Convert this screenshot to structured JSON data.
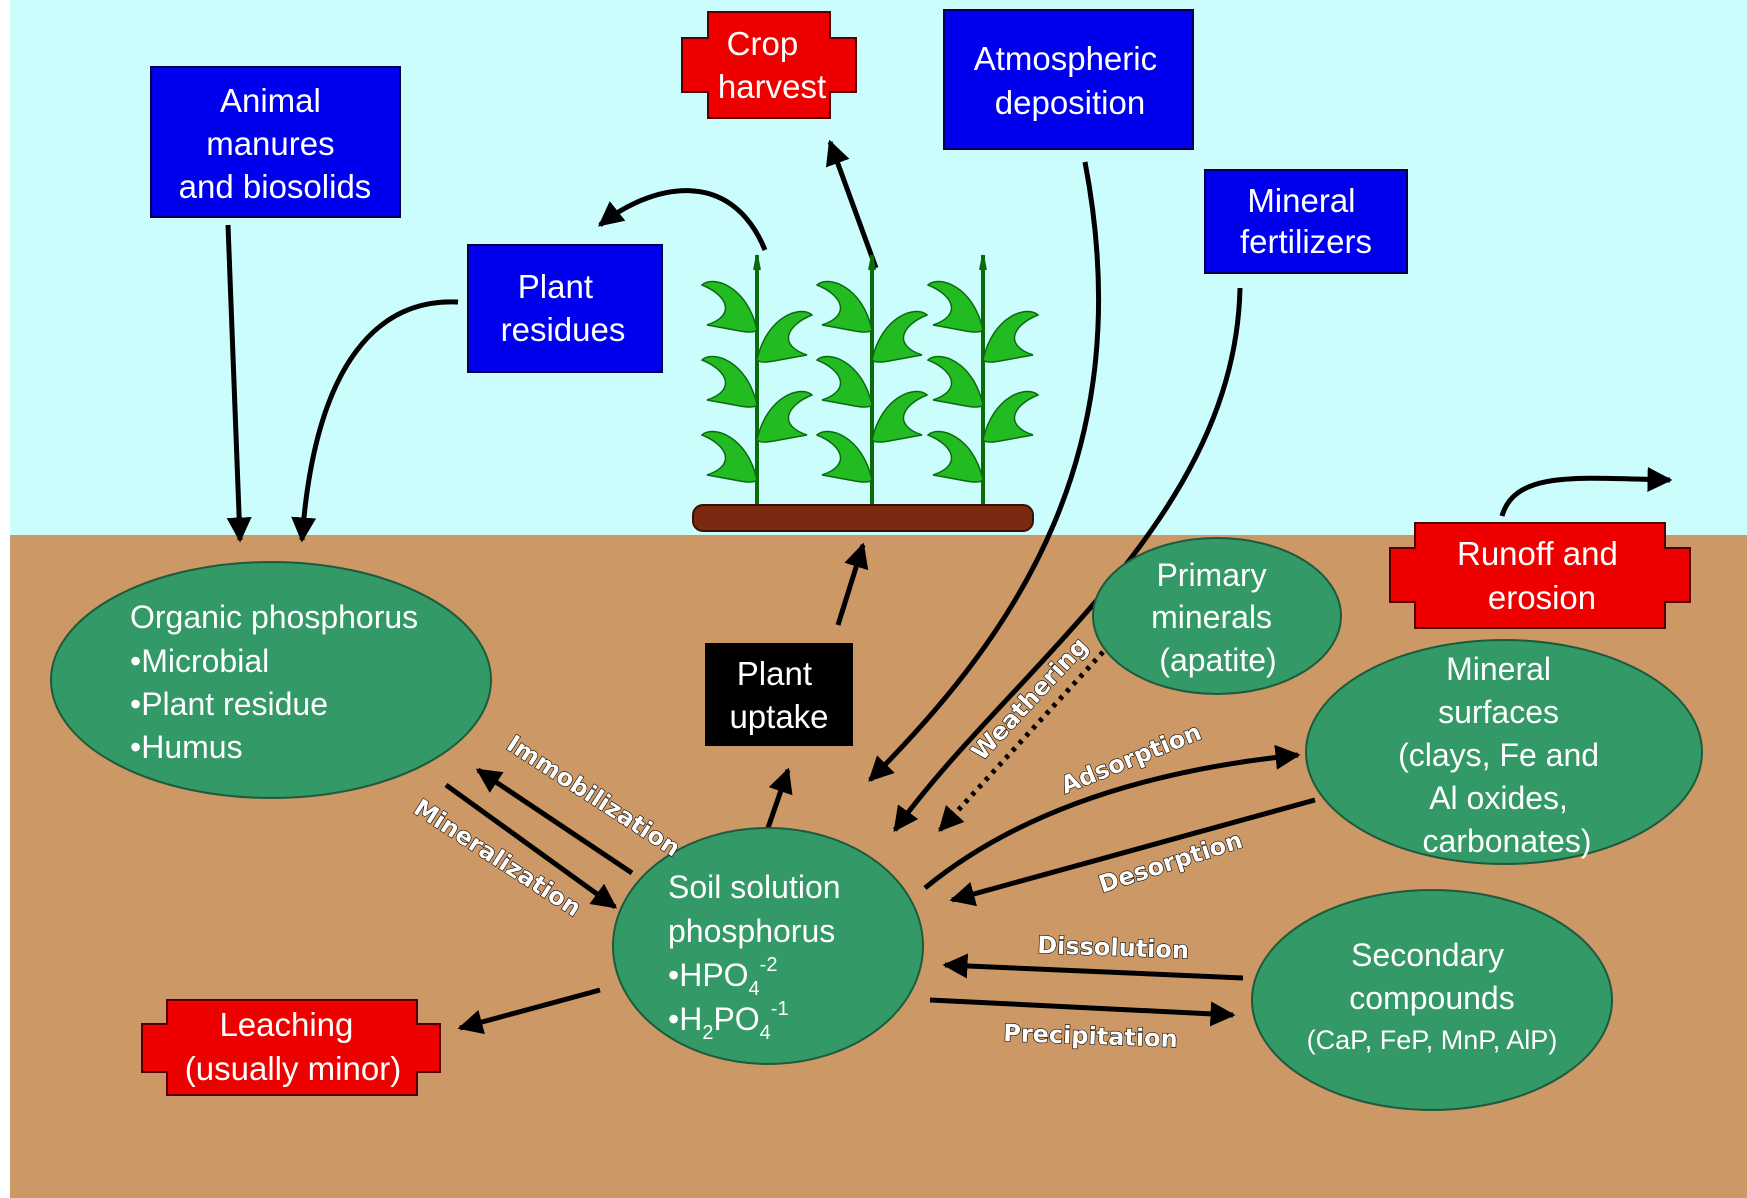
{
  "colors": {
    "sky": "#ccfdfd",
    "soil": "#cc9966",
    "source_box": "#0000ee",
    "loss_box": "#ee0000",
    "pool": "#339966",
    "uptake_box": "#000000",
    "plant": "#22bb22",
    "ground_strip": "#7a2a10",
    "arrow": "#000000"
  },
  "sources": {
    "animal_manures": [
      "Animal",
      "manures",
      "and biosolids"
    ],
    "plant_residues": [
      "Plant",
      "residues"
    ],
    "atmospheric_deposition": [
      "Atmospheric",
      "deposition"
    ],
    "mineral_fertilizers": [
      "Mineral",
      "fertilizers"
    ]
  },
  "losses": {
    "crop_harvest": [
      "Crop",
      "harvest"
    ],
    "runoff_erosion": [
      "Runoff and",
      "erosion"
    ],
    "leaching": [
      "Leaching",
      "(usually minor)"
    ]
  },
  "pools": {
    "organic": {
      "title": "Organic phosphorus",
      "items": [
        "•Microbial",
        "•Plant residue",
        "•Humus"
      ]
    },
    "soil_solution": {
      "title": [
        "Soil solution",
        "phosphorus"
      ],
      "ion1": {
        "bullet": "•",
        "a": "HPO",
        "sub": "4",
        "sup": "-2"
      },
      "ion2": {
        "bullet": "•",
        "a": "H",
        "sub_a": "2",
        "b": "PO",
        "sub": "4",
        "sup": "-1"
      }
    },
    "primary_minerals": [
      "Primary",
      "minerals",
      "(apatite)"
    ],
    "mineral_surfaces": [
      "Mineral",
      "surfaces",
      "(clays, Fe and",
      "Al oxides,",
      "carbonates)"
    ],
    "secondary_compounds": {
      "lines": [
        "Secondary",
        "compounds"
      ],
      "detail": "(CaP, FeP, MnP, AlP)"
    }
  },
  "plant_uptake": [
    "Plant",
    "uptake"
  ],
  "processes": {
    "immobilization": "Immobilization",
    "mineralization": "Mineralization",
    "weathering": "Weathering",
    "adsorption": "Adsorption",
    "desorption": "Desorption",
    "dissolution": "Dissolution",
    "precipitation": "Precipitation"
  }
}
